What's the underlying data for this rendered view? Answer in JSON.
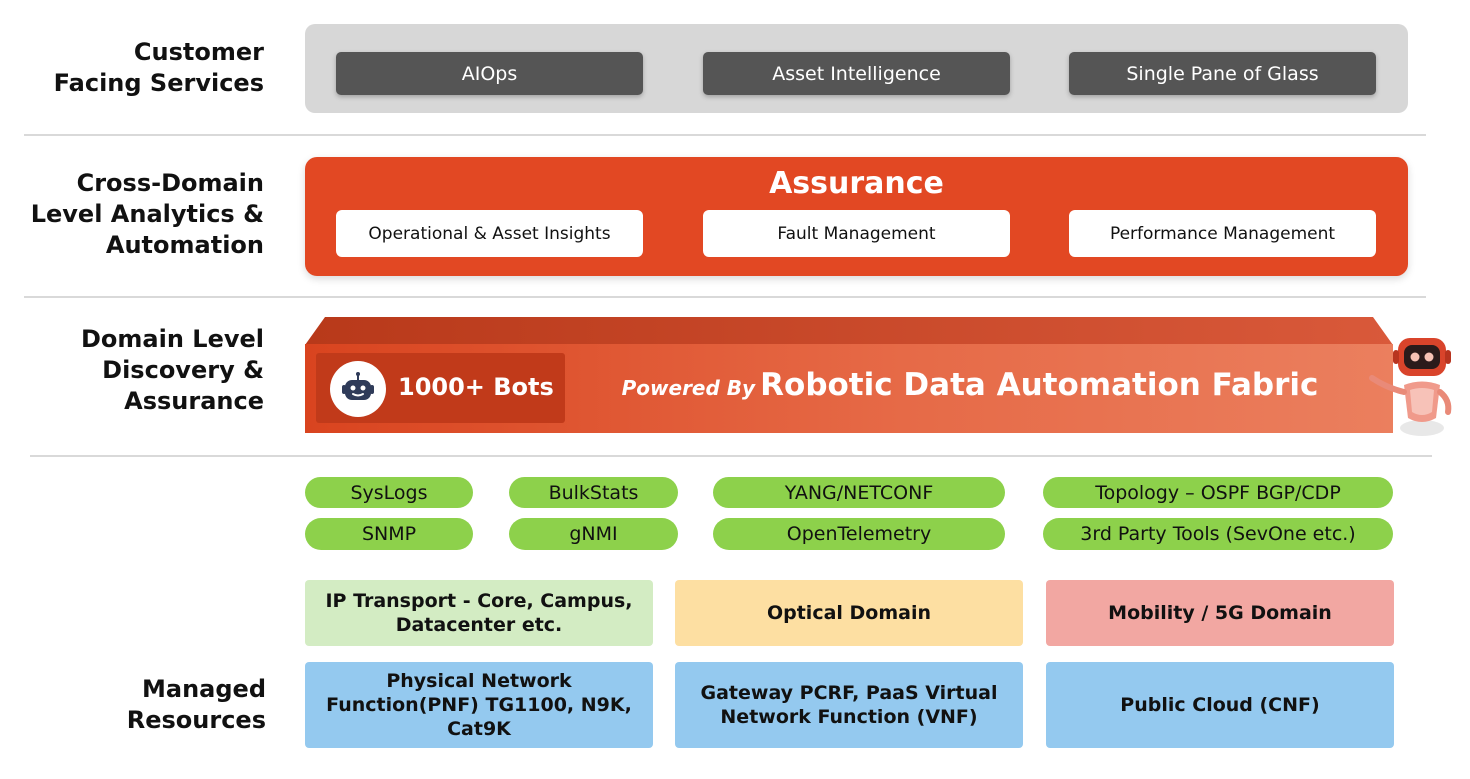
{
  "rows": {
    "customer": {
      "label": "Customer\nFacing Services",
      "services": [
        "AIOps",
        "Asset Intelligence",
        "Single Pane of Glass"
      ]
    },
    "cross_domain": {
      "label": "Cross-Domain\nLevel Analytics &\nAutomation",
      "title": "Assurance",
      "items": [
        "Operational & Asset Insights",
        "Fault Management",
        "Performance Management"
      ]
    },
    "domain": {
      "label": "Domain Level\nDiscovery &\nAssurance",
      "bots": "1000+ Bots",
      "powered_by": "Powered By",
      "fabric": "Robotic Data Automation Fabric"
    },
    "managed": {
      "label": "Managed\nResources",
      "sources": [
        [
          "SysLogs",
          "BulkStats",
          "YANG/NETCONF",
          "Topology – OSPF BGP/CDP"
        ],
        [
          "SNMP",
          "gNMI",
          "OpenTelemetry",
          "3rd Party Tools (SevOne etc.)"
        ]
      ],
      "domains": [
        "IP Transport - Core, Campus,\nDatacenter etc.",
        "Optical Domain",
        "Mobility / 5G Domain"
      ],
      "resources": [
        "Physical Network\nFunction(PNF) TG1100, N9K,\nCat9K",
        "Gateway PCRF, PaaS Virtual\nNetwork Function (VNF)",
        "Public Cloud (CNF)"
      ]
    }
  },
  "colors": {
    "accent_orange": "#e24823",
    "fabric_start": "#d9441f",
    "fabric_end": "#eb7f5e",
    "service_chip": "#555555",
    "source_green": "#8dd14b",
    "ip_green": "#d3ecc3",
    "optical_yellow": "#fddfa2",
    "mobility_pink": "#f2a7a2",
    "resource_blue": "#94c9ef"
  }
}
